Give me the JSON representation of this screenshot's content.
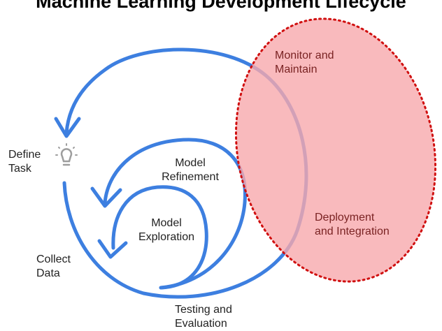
{
  "title": "Machine Learning Development Lifecycle",
  "colors": {
    "cycle_blue": "#3d7fe0",
    "zone_fill": "#f7a9ad",
    "zone_border": "#d01010",
    "bulb_gray": "#9e9e9e",
    "label_red": "#7a2323"
  },
  "stages": {
    "define_task": {
      "line1": "Define",
      "line2": "Task",
      "icon": "lightbulb-icon"
    },
    "collect_data": {
      "line1": "Collect",
      "line2": "Data"
    },
    "model_exploration": {
      "line1": "Model",
      "line2": "Exploration"
    },
    "model_refinement": {
      "line1": "Model",
      "line2": "Refinement"
    },
    "testing_evaluation": {
      "line1": "Testing and",
      "line2": "Evaluation"
    },
    "deployment_integration": {
      "line1": "Deployment",
      "line2": "and Integration"
    },
    "monitor_maintain": {
      "line1": "Monitor and",
      "line2": "Maintain"
    }
  }
}
